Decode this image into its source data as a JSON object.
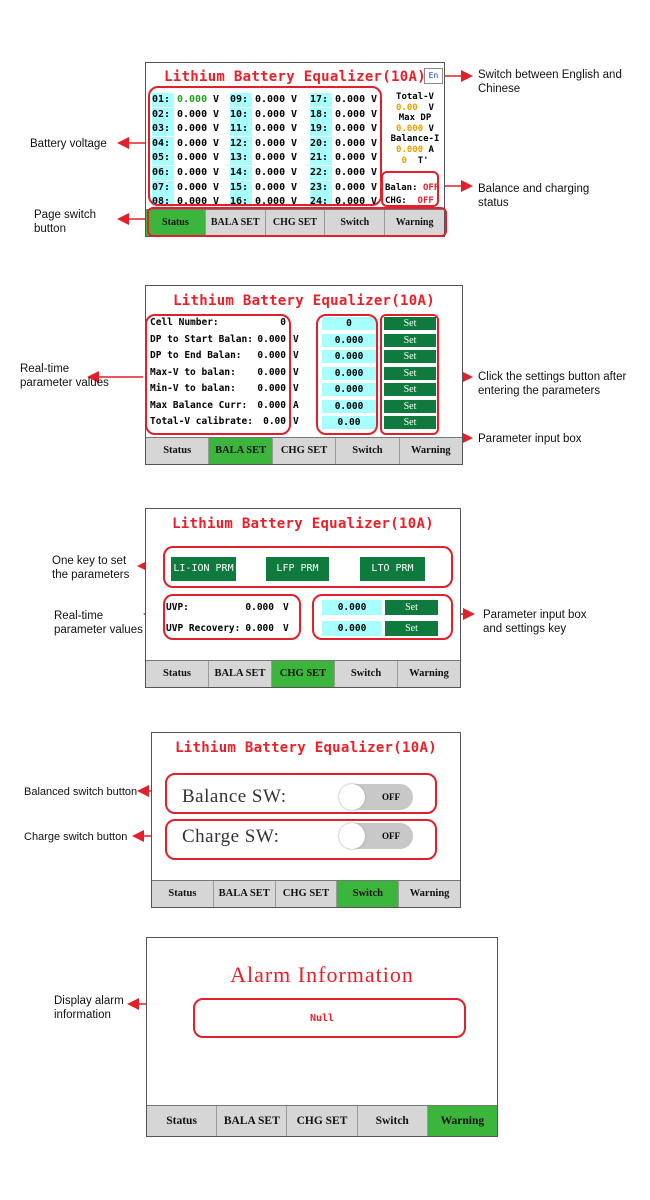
{
  "screen1": {
    "title": "Lithium Battery Equalizer(10A)",
    "lang_button": "En",
    "unit_v": "V",
    "cells_col1": [
      {
        "n": "01:",
        "v": "0.000"
      },
      {
        "n": "02:",
        "v": "0.000"
      },
      {
        "n": "03:",
        "v": "0.000"
      },
      {
        "n": "04:",
        "v": "0.000"
      },
      {
        "n": "05:",
        "v": "0.000"
      },
      {
        "n": "06:",
        "v": "0.000"
      },
      {
        "n": "07:",
        "v": "0.000"
      },
      {
        "n": "08:",
        "v": "0.000"
      }
    ],
    "cells_col2": [
      {
        "n": "09:",
        "v": "0.000"
      },
      {
        "n": "10:",
        "v": "0.000"
      },
      {
        "n": "11:",
        "v": "0.000"
      },
      {
        "n": "12:",
        "v": "0.000"
      },
      {
        "n": "13:",
        "v": "0.000"
      },
      {
        "n": "14:",
        "v": "0.000"
      },
      {
        "n": "15:",
        "v": "0.000"
      },
      {
        "n": "16:",
        "v": "0.000"
      }
    ],
    "cells_col3": [
      {
        "n": "17:",
        "v": "0.000"
      },
      {
        "n": "18:",
        "v": "0.000"
      },
      {
        "n": "19:",
        "v": "0.000"
      },
      {
        "n": "20:",
        "v": "0.000"
      },
      {
        "n": "21:",
        "v": "0.000"
      },
      {
        "n": "22:",
        "v": "0.000"
      },
      {
        "n": "23:",
        "v": "0.000"
      },
      {
        "n": "24:",
        "v": "0.000"
      }
    ],
    "total_v_label": "Total-V",
    "total_v_value": "0.00",
    "total_v_unit": "V",
    "max_dp_label": "Max DP",
    "max_dp_value": "0.000",
    "max_dp_unit": "V",
    "balance_i_label": "Balance-I",
    "balance_i_value": "0.000",
    "balance_i_unit": "A",
    "temp_value": "0",
    "temp_unit": "T'",
    "balan_label": "Balan:",
    "balan_value": "OFF",
    "chg_label": "CHG:",
    "chg_value": "OFF"
  },
  "screen2": {
    "title": "Lithium Battery Equalizer(10A)",
    "params": [
      {
        "label": "Cell Number:",
        "value": "0",
        "unit": "",
        "input": "0",
        "set": "Set"
      },
      {
        "label": "DP to Start Balan:",
        "value": "0.000",
        "unit": "V",
        "input": "0.000",
        "set": "Set"
      },
      {
        "label": "DP to End Balan:",
        "value": "0.000",
        "unit": "V",
        "input": "0.000",
        "set": "Set"
      },
      {
        "label": "Max-V to balan:",
        "value": "0.000",
        "unit": "V",
        "input": "0.000",
        "set": "Set"
      },
      {
        "label": "Min-V to balan:",
        "value": "0.000",
        "unit": "V",
        "input": "0.000",
        "set": "Set"
      },
      {
        "label": "Max Balance Curr:",
        "value": "0.000",
        "unit": "A",
        "input": "0.000",
        "set": "Set"
      },
      {
        "label": "Total-V calibrate:",
        "value": "0.00",
        "unit": "V",
        "input": "0.00",
        "set": "Set"
      }
    ]
  },
  "screen3": {
    "title": "Lithium Battery Equalizer(10A)",
    "presets": [
      "LI-ION PRM",
      "LFP PRM",
      "LTO PRM"
    ],
    "params": [
      {
        "label": "UVP:",
        "value": "0.000",
        "unit": "V",
        "input": "0.000",
        "set": "Set"
      },
      {
        "label": "UVP Recovery:",
        "value": "0.000",
        "unit": "V",
        "input": "0.000",
        "set": "Set"
      }
    ]
  },
  "screen4": {
    "title": "Lithium Battery Equalizer(10A)",
    "balance_label": "Balance SW:",
    "balance_state": "OFF",
    "charge_label": "Charge SW:",
    "charge_state": "OFF"
  },
  "screen5": {
    "title": "Alarm Information",
    "alarm_text": "Null"
  },
  "tabs": [
    "Status",
    "BALA SET",
    "CHG SET",
    "Switch",
    "Warning"
  ],
  "annotations": {
    "lang_switch": "Switch between English and Chinese",
    "battery_voltage": "Battery voltage",
    "balance_charging": "Balance and charging status",
    "page_switch": "Page switch button",
    "realtime1": "Real-time parameter values",
    "click_settings": "Click the settings button after entering the parameters",
    "param_input_box": "Parameter input box",
    "one_key": "One key to set the parameters",
    "realtime2": "Real-time parameter values",
    "param_input_key": "Parameter input box and settings key",
    "balanced_switch": "Balanced switch button",
    "charge_switch": "Charge switch button",
    "display_alarm": "Display alarm information"
  },
  "colors": {
    "title_red": "#e8202a",
    "active_tab_green": "#3bb53b",
    "set_button_green": "#0f7a3d",
    "input_cyan": "#a7ffff",
    "callout_red": "#e0202a",
    "off_red": "#e8202a"
  }
}
